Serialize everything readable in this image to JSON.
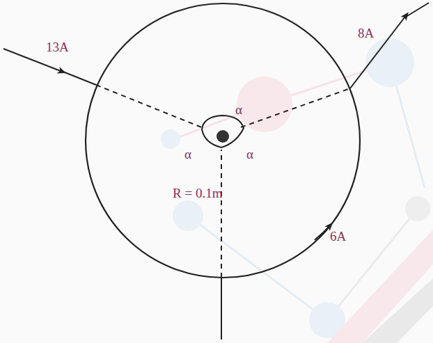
{
  "diagram": {
    "labels": [
      "13A",
      "8A",
      "α",
      "α",
      "α",
      "R = 0.1m",
      "6A"
    ]
  }
}
